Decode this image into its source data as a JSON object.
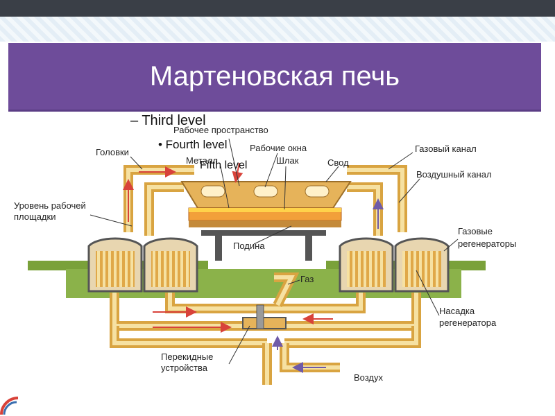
{
  "slide": {
    "title": "Мартеновская печь",
    "bullets": {
      "level3": "– Third level",
      "level4": "• Fourth level",
      "level5": "Fifth level"
    }
  },
  "diagram": {
    "labels": {
      "work_space": "Рабочее пространство",
      "heads": "Головки",
      "work_windows": "Рабочие окна",
      "gas_channel": "Газовый канал",
      "metal": "Металл",
      "slag": "Шлак",
      "roof": "Свод",
      "air_channel": "Воздушный канал",
      "platform_level_1": "Уровень рабочей",
      "platform_level_2": "площадки",
      "hearth": "Подина",
      "gas_regen_1": "Газовые",
      "gas_regen_2": "регенераторы",
      "gas": "Газ",
      "checker_1": "Насадка",
      "checker_2": "регенератора",
      "reversing_1": "Перекидные",
      "reversing_2": "устройства",
      "air": "Воздух"
    },
    "colors": {
      "title_bar": "#6e4c9a",
      "channel_outer": "#d9a441",
      "channel_inner": "#f6e1a2",
      "hot_flow": "#d8423a",
      "cold_flow": "#6f5aa8",
      "metal_bath": "#f2a03a",
      "ground": "#7aa13a"
    }
  }
}
